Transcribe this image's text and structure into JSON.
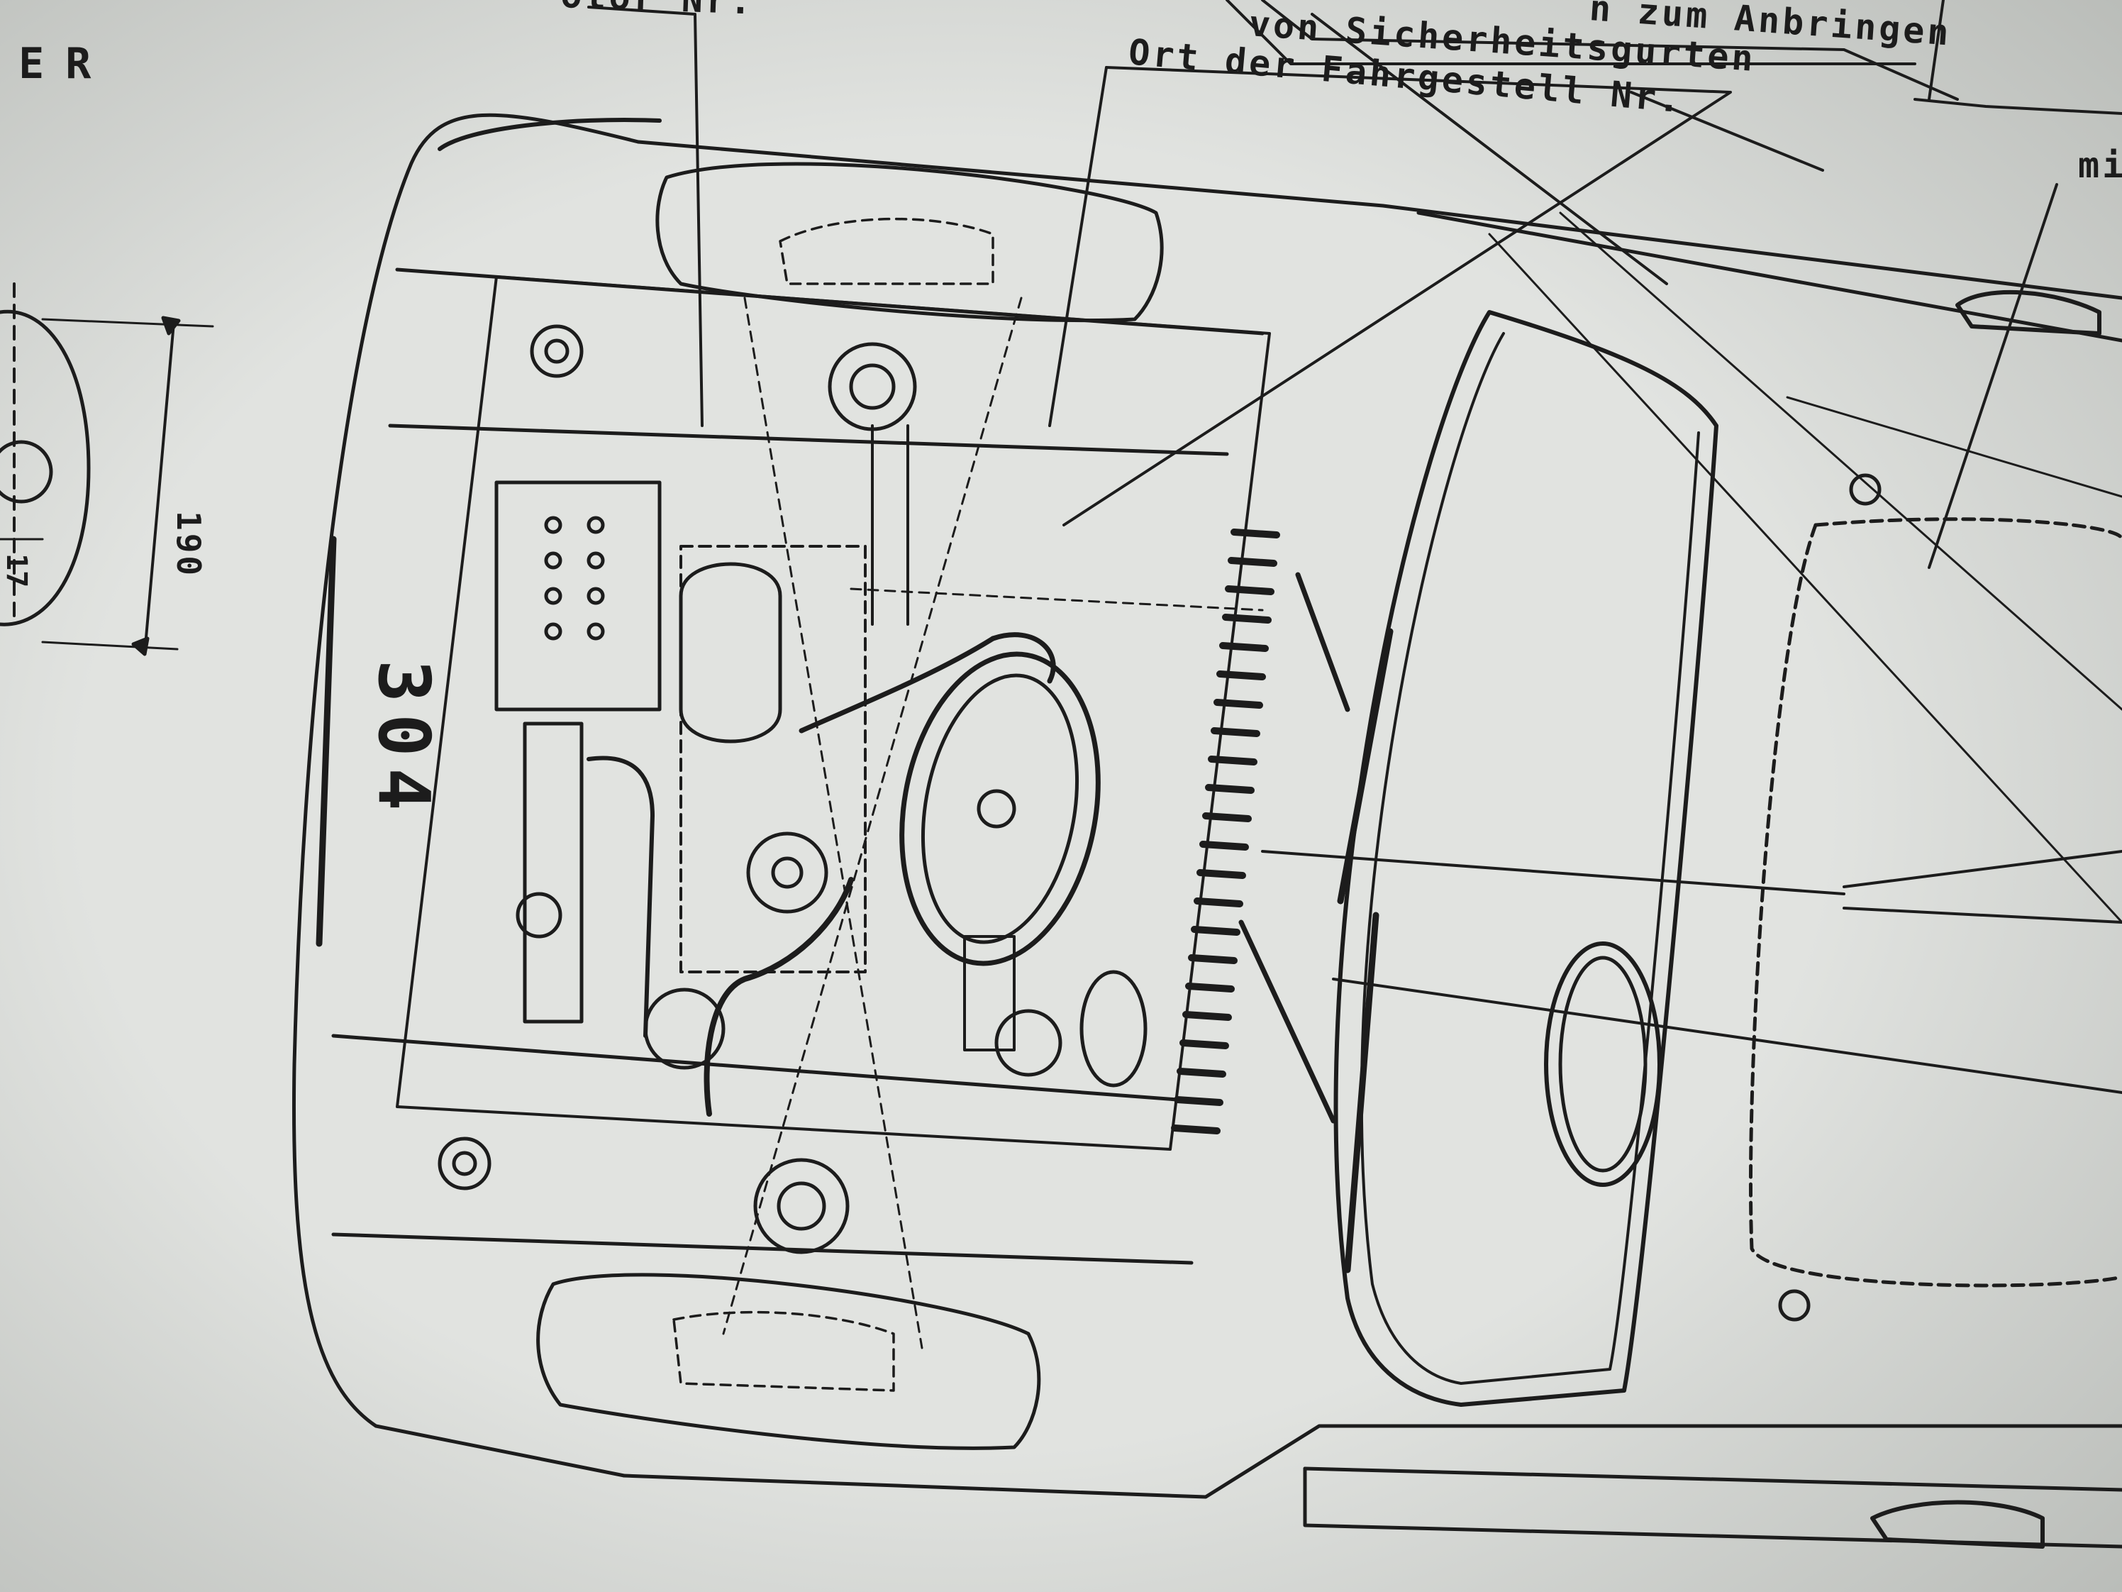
{
  "labels": {
    "header_fragment": "FER",
    "engine_no": "otor Nr.",
    "belt_line1": "n zum Anbringen",
    "belt_line2": "von Sicherheitsgurten",
    "chassis_no": "Ort der Fahrgestell Nr.",
    "right_fragment": "mi",
    "dimension_190": "190",
    "dimension_small": "17",
    "plate_number": "304"
  },
  "colors": {
    "paper": "#d9dbd8",
    "ink": "#1c1c1c"
  }
}
